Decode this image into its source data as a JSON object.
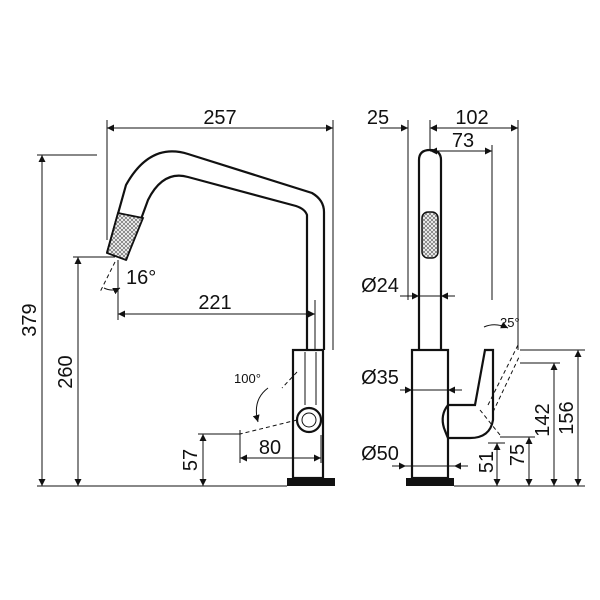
{
  "front_view": {
    "overall_width": "257",
    "spout_reach": "221",
    "spout_angle": "16°",
    "overall_height": "379",
    "spout_height": "260",
    "lever_angle": "100°",
    "lever_reach": "80",
    "lever_height": "57"
  },
  "side_view": {
    "offset_25": "25",
    "depth_102": "102",
    "depth_73": "73",
    "dia_24": "Ø24",
    "dia_35": "Ø35",
    "dia_50": "Ø50",
    "lever_angle": "25°",
    "h_51": "51",
    "h_75": "75",
    "h_142": "142",
    "h_156": "156"
  }
}
